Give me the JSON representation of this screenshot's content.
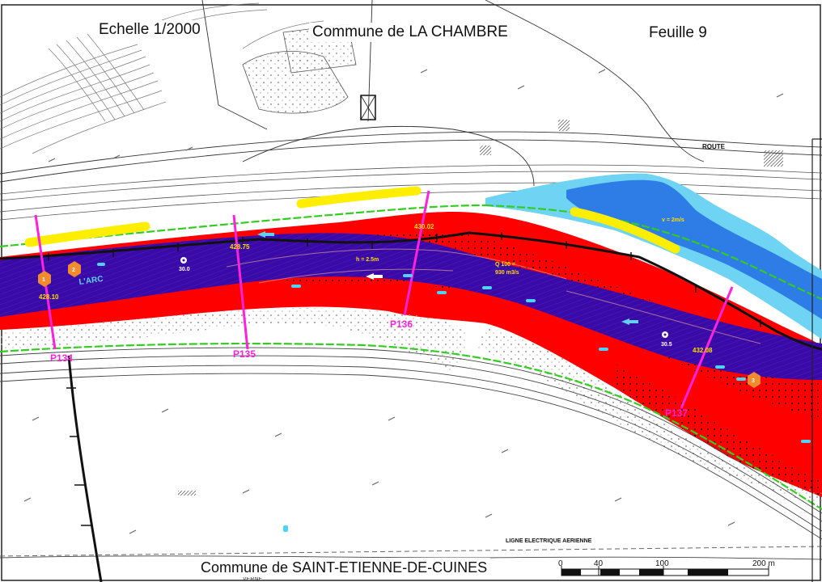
{
  "header": {
    "scale": "Echelle 1/2000",
    "commune_top": "Commune de LA CHAMBRE",
    "sheet": "Feuille 9",
    "commune_bottom": "Commune de SAINT-ETIENNE-DE-CUINES"
  },
  "map": {
    "river_name": "L'ARC",
    "road_label": "ROUTE",
    "power_line_label": "LIGNE ELECTRIQUE AERIENNE",
    "flow_label": "Q 100 =",
    "flow_value": "930 m3/s",
    "depth_label": "h = 2.5m",
    "velocity_label": "v = 2m/s",
    "bottom_road_label": "VERNE",
    "profiles": [
      {
        "id": "P134",
        "level": "428.10"
      },
      {
        "id": "P135",
        "level": "428.75"
      },
      {
        "id": "P136",
        "level": "430.02"
      },
      {
        "id": "P137",
        "level": "432.08"
      }
    ],
    "points": [
      {
        "id": "point-30-0",
        "label": "30.0"
      },
      {
        "id": "point-30-5",
        "label": "30.5"
      }
    ],
    "markers": [
      "1",
      "2",
      "3"
    ]
  },
  "scale_bar": {
    "ticks": [
      "0",
      "40",
      "100",
      "200 m"
    ]
  },
  "colors": {
    "high_hazard": "#ff0000",
    "river": "#3a0aa6",
    "low_hazard_light": "#5fd0f2",
    "low_hazard_mid": "#2f7be8",
    "levee": "#ffee00",
    "profile": "#ff22dd",
    "bank": "#33cc22"
  }
}
